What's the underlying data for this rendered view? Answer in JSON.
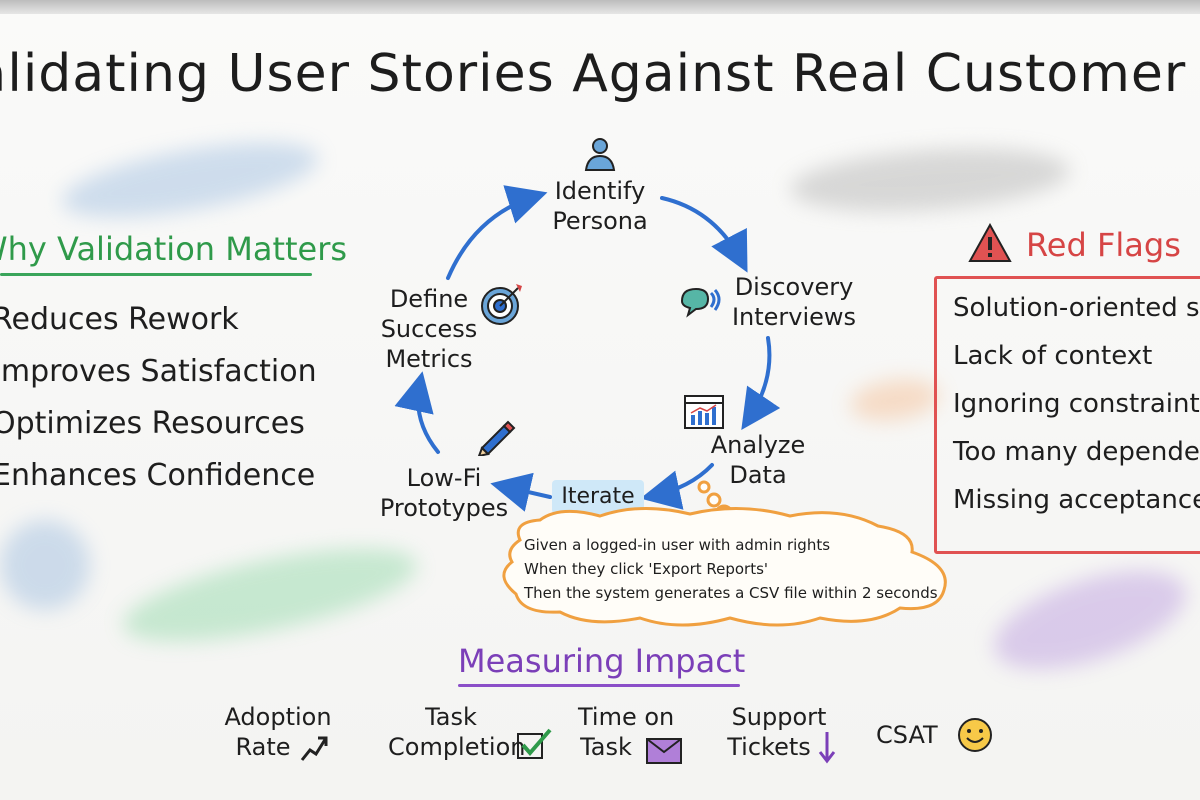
{
  "title": "Validating User Stories Against Real Customer Needs",
  "why": {
    "title": "Why Validation Matters",
    "items": [
      "Reduces Rework",
      "Improves Satisfaction",
      "Optimizes Resources",
      "Enhances Confidence"
    ]
  },
  "cycle": {
    "identify": [
      "Identify",
      "Persona"
    ],
    "discovery": [
      "Discovery",
      "Interviews"
    ],
    "analyze": [
      "Analyze",
      "Data"
    ],
    "iterate": "Iterate",
    "prototypes": [
      "Low-Fi",
      "Prototypes"
    ],
    "metrics": [
      "Define",
      "Success",
      "Metrics"
    ]
  },
  "thought": {
    "lines": [
      "Given a logged-in user with admin rights",
      "When they click 'Export Reports'",
      "Then the system generates a CSV file within 2 seconds"
    ]
  },
  "red_flags": {
    "title": "Red Flags",
    "items": [
      "Solution-oriented st",
      "Lack of context",
      "Ignoring constraints",
      "Too many dependenc",
      "Missing acceptance c"
    ]
  },
  "impact": {
    "title": "Measuring Impact",
    "adoption": [
      "Adoption",
      "Rate"
    ],
    "task_completion": [
      "Task",
      "Completion"
    ],
    "time_on_task": [
      "Time on",
      "Task"
    ],
    "support_tickets": [
      "Support",
      "Tickets"
    ],
    "csat": "CSAT"
  },
  "colors": {
    "arrow": "#2f6fcf",
    "green": "#2f9a4a",
    "red": "#d64545",
    "purple": "#7b3fb8",
    "orange": "#f0a040"
  },
  "icons": {
    "identify": "person-icon",
    "discovery": "speech-bubbles-icon",
    "analyze": "bar-chart-icon",
    "prototypes": "pencil-icon",
    "metrics": "target-icon",
    "red_flags": "warning-icon",
    "adoption": "trend-up-icon",
    "task_completion": "checkmark-icon",
    "time_on_task": "envelope-icon",
    "support_tickets": "down-arrow-icon",
    "csat": "smiley-icon"
  }
}
